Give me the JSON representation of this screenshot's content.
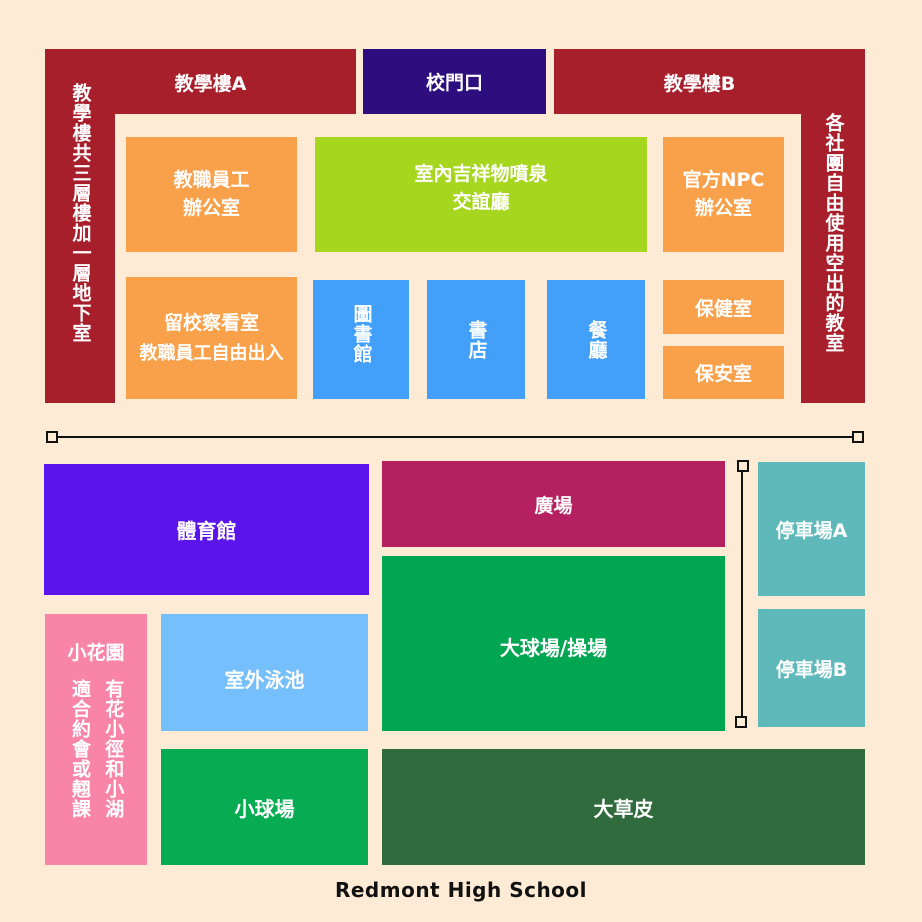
{
  "colors": {
    "background": "#fdebd5",
    "teaching_building": "#a81f2c",
    "gate": "#2e0e7e",
    "office": "#f8a04a",
    "hall": "#a6d61d",
    "facility": "#42a0fb",
    "gym": "#5b14ec",
    "plaza": "#b42060",
    "field": "#00a651",
    "parking": "#5fb9bb",
    "garden": "#f884a8",
    "pool": "#74bffc",
    "small_court": "#06ab52",
    "lawn": "#2f6b3c",
    "line": "#111111"
  },
  "map": {
    "building_a": "教學樓A",
    "gate": "校門口",
    "building_b": "教學樓B",
    "left_wing": "教學樓共三層樓加一層地下室",
    "right_wing": "各社團自由使用空出的教室",
    "staff_office": [
      "教職員工",
      "辦公室"
    ],
    "hall": [
      "室內吉祥物噴泉",
      "交誼廳"
    ],
    "npc_office": [
      "官方NPC",
      "辦公室"
    ],
    "detention": [
      "留校察看室",
      "教職員工自由出入"
    ],
    "library": "圖書館",
    "bookstore": "書店",
    "cafeteria": "餐廳",
    "health_room": "保健室",
    "security_room": "保安室",
    "gym": "體育館",
    "plaza": "廣場",
    "parking_a": "停車場A",
    "parking_b": "停車場B",
    "field": "大球場/操場",
    "garden_title": "小花園",
    "garden_desc_right": "有花小徑和小湖",
    "garden_desc_left": "適合約會或翹課",
    "pool": "室外泳池",
    "small_court": "小球場",
    "lawn": "大草皮"
  },
  "footer": "Redmont High School"
}
